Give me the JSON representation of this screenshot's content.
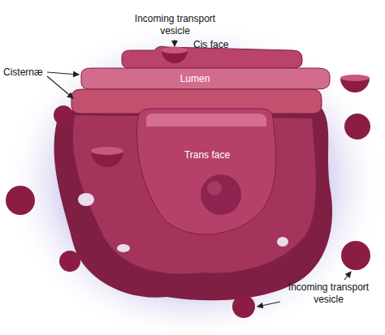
{
  "diagram": {
    "labels": [
      "Incoming transport vesicle",
      "Cis face",
      "Cisternæ",
      "Lumen",
      "Trans face",
      "Incoming transport vesicle"
    ]
  }
}
